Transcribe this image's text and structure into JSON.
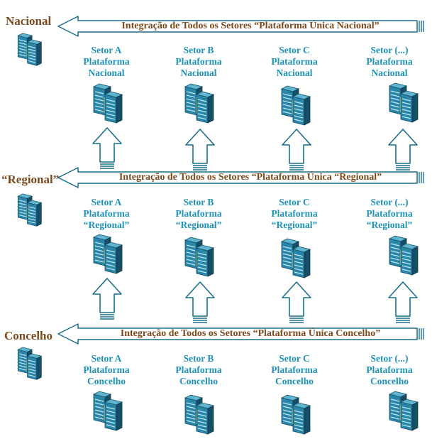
{
  "levels": [
    {
      "label": "Nacional",
      "banner": "Integração de Todos os Setores “Plataforma Única Nacional”",
      "sectors": [
        {
          "name": "Setor A",
          "l2": "Plataforma",
          "l3": "Nacional"
        },
        {
          "name": "Setor B",
          "l2": "Plataforma",
          "l3": "Nacional"
        },
        {
          "name": "Setor C",
          "l2": "Plataforma",
          "l3": "Nacional"
        },
        {
          "name": "Setor (...)",
          "l2": "Plataforma",
          "l3": "Nacional"
        }
      ]
    },
    {
      "label": "“Regional”",
      "banner": "Integração de Todos os Setores “Plataforma Única “Regional”",
      "sectors": [
        {
          "name": "Setor A",
          "l2": "Plataforma",
          "l3": "“Regional”"
        },
        {
          "name": "Setor B",
          "l2": "Plataforma",
          "l3": "“Regional”"
        },
        {
          "name": "Setor C",
          "l2": "Plataforma",
          "l3": "“Regional”"
        },
        {
          "name": "Setor (...)",
          "l2": "Plataforma",
          "l3": "“Regional”"
        }
      ]
    },
    {
      "label": "Concelho",
      "banner": "Integração de Todos os Setores “Plataforma Única Concelho”",
      "sectors": [
        {
          "name": "Setor A",
          "l2": "Plataforma",
          "l3": "Concelho"
        },
        {
          "name": "Setor B",
          "l2": "Plataforma",
          "l3": "Concelho"
        },
        {
          "name": "Setor C",
          "l2": "Plataforma",
          "l3": "Concelho"
        },
        {
          "name": "Setor (...)",
          "l2": "Plataforma",
          "l3": "Concelho"
        }
      ]
    }
  ],
  "colors": {
    "label": "#7b4a1e",
    "sector_text": "#1f93b7",
    "outline": "#1b6f8c",
    "server_front": "#2a86a8",
    "server_dark": "#174e66"
  },
  "icons": {
    "server": "server-rack-icon",
    "arrow_up": "arrow-up-icon",
    "arrow_left": "arrow-left-icon"
  }
}
